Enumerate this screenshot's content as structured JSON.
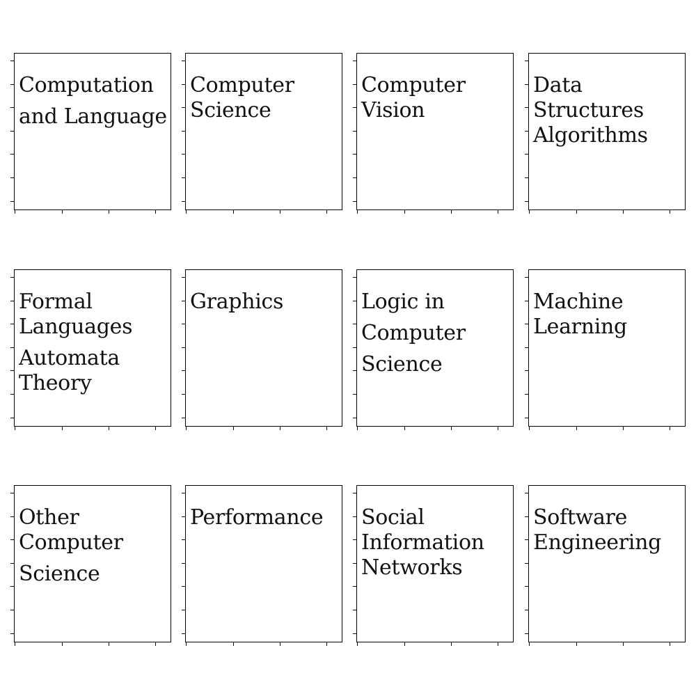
{
  "chart_data": [
    {
      "type": "other",
      "title_lines": [
        "Computation",
        "and Language"
      ]
    },
    {
      "type": "other",
      "title_lines": [
        "Computer",
        "Science"
      ]
    },
    {
      "type": "other",
      "title_lines": [
        "Computer",
        "Vision"
      ]
    },
    {
      "type": "other",
      "title_lines": [
        "Data",
        "Structures",
        "Algorithms"
      ]
    },
    {
      "type": "other",
      "title_lines": [
        "Formal",
        "Languages",
        "Automata",
        "Theory"
      ]
    },
    {
      "type": "other",
      "title_lines": [
        "Graphics"
      ]
    },
    {
      "type": "other",
      "title_lines": [
        "Logic in",
        "Computer",
        "Science"
      ]
    },
    {
      "type": "other",
      "title_lines": [
        "Machine",
        "Learning"
      ]
    },
    {
      "type": "other",
      "title_lines": [
        "Other",
        "Computer",
        "Science"
      ]
    },
    {
      "type": "other",
      "title_lines": [
        "Performance"
      ]
    },
    {
      "type": "other",
      "title_lines": [
        "Social",
        "Information",
        "Networks"
      ]
    },
    {
      "type": "other",
      "title_lines": [
        "Software",
        "Engineering"
      ]
    }
  ]
}
